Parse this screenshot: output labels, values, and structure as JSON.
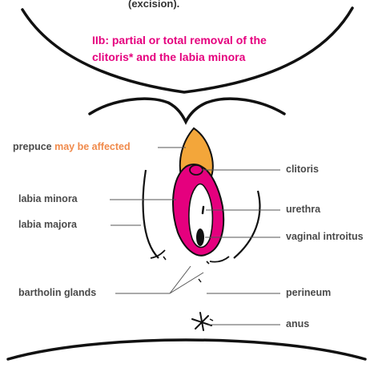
{
  "header": {
    "continued_text": "(excision).",
    "type_title": "IIb: partial or total removal of the",
    "type_title_2": "clitoris* and the labia minora"
  },
  "labels": {
    "prepuce_start": "prepuce ",
    "prepuce_accent": "may be affected",
    "clitoris": "clitoris",
    "labia_minora": "labia minora",
    "urethra": "urethra",
    "labia_majora": "labia majora",
    "vaginal_introitus": "vaginal introitus",
    "bartholin_glands": "bartholin glands",
    "perineum": "perineum",
    "anus": "anus"
  },
  "colors": {
    "magenta": "#e5007e",
    "prepuce_orange": "#f3a63a",
    "accent_orange": "#f08a4b",
    "label_gray": "#4a4a4a",
    "outline": "#111111"
  }
}
